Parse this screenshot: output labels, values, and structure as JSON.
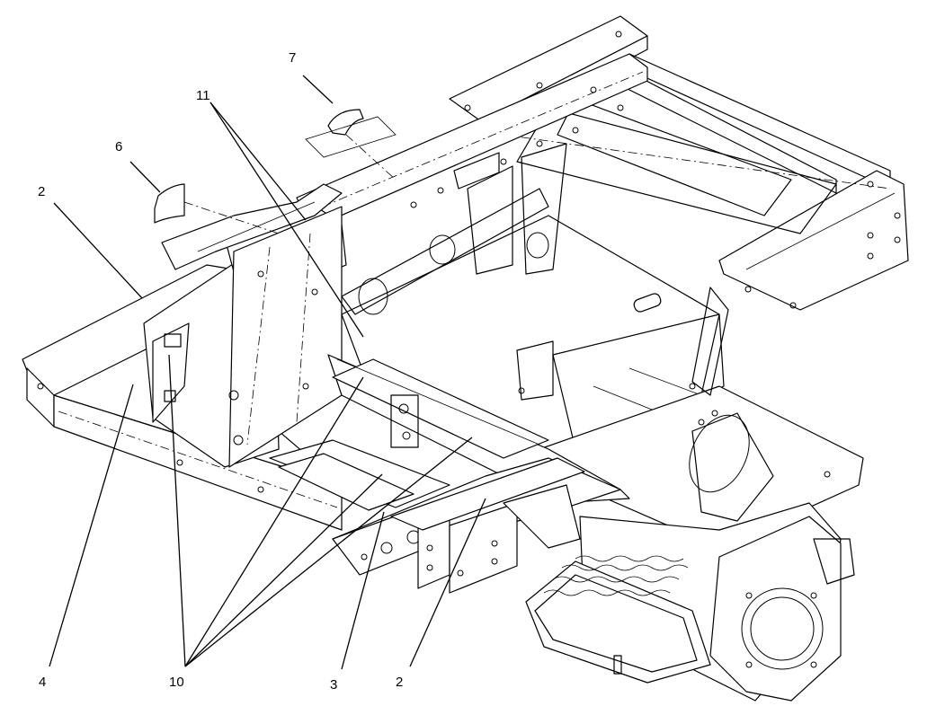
{
  "callouts": {
    "c2a": "2",
    "c6": "6",
    "c7": "7",
    "c11": "11",
    "c4": "4",
    "c10": "10",
    "c3": "3",
    "c2b": "2"
  }
}
